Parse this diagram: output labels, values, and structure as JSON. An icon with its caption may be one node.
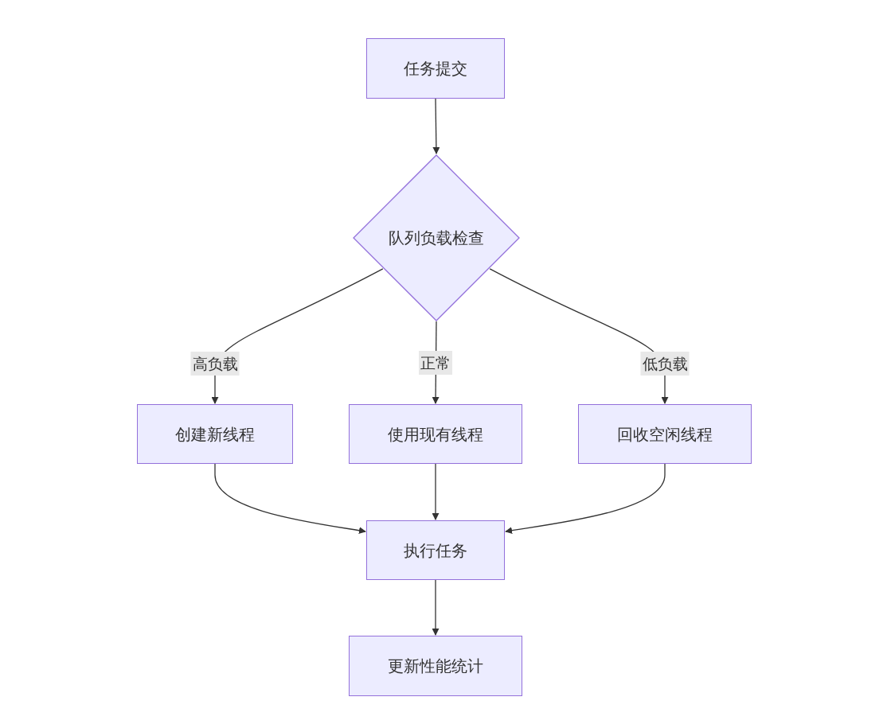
{
  "diagram": {
    "nodes": [
      {
        "text": [
          "任务提交"
        ]
      },
      {
        "text": [
          "队列负载检查"
        ]
      },
      {
        "text": [
          "创建新线程"
        ]
      },
      {
        "text": [
          "使用现有线程"
        ]
      },
      {
        "text": [
          "回收空闲线程"
        ]
      },
      {
        "text": [
          "执行任务"
        ]
      },
      {
        "text": [
          "更新性能统计"
        ]
      }
    ],
    "edges": [
      {
        "from": 0,
        "to": 1,
        "arrow": "to"
      },
      {
        "from": 1,
        "to": 2,
        "arrow": "to",
        "label": "高负载"
      },
      {
        "from": 1,
        "to": 3,
        "arrow": "to",
        "label": "正常"
      },
      {
        "from": 1,
        "to": 4,
        "arrow": "to",
        "label": "低负载"
      },
      {
        "from": 2,
        "to": 5,
        "arrow": "to"
      },
      {
        "from": 3,
        "to": 5,
        "arrow": "to"
      },
      {
        "from": 4,
        "to": 5,
        "arrow": "to"
      },
      {
        "from": 5,
        "to": 6,
        "arrow": "to"
      }
    ]
  }
}
